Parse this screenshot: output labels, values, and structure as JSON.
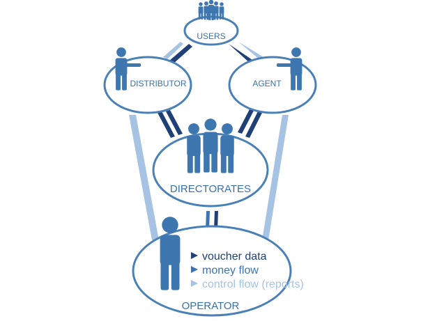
{
  "nodes": {
    "users": "USERS",
    "distributor": "DISTRIBUTOR",
    "agent": "AGENT",
    "directorates": "DIRECTORATES",
    "operator": "OPERATOR"
  },
  "legend": {
    "items": [
      {
        "label": "voucher data",
        "color": "#1f3f77"
      },
      {
        "label": "money flow",
        "color": "#3f73ad"
      },
      {
        "label": "control flow (reports)",
        "color": "#a7c3e3"
      }
    ]
  },
  "colors": {
    "node_outline": "#4a80b8",
    "figure": "#3e76b0",
    "voucher_data": "#1f3f77",
    "money_flow": "#3f73ad",
    "control_flow": "#a7c3e3"
  }
}
